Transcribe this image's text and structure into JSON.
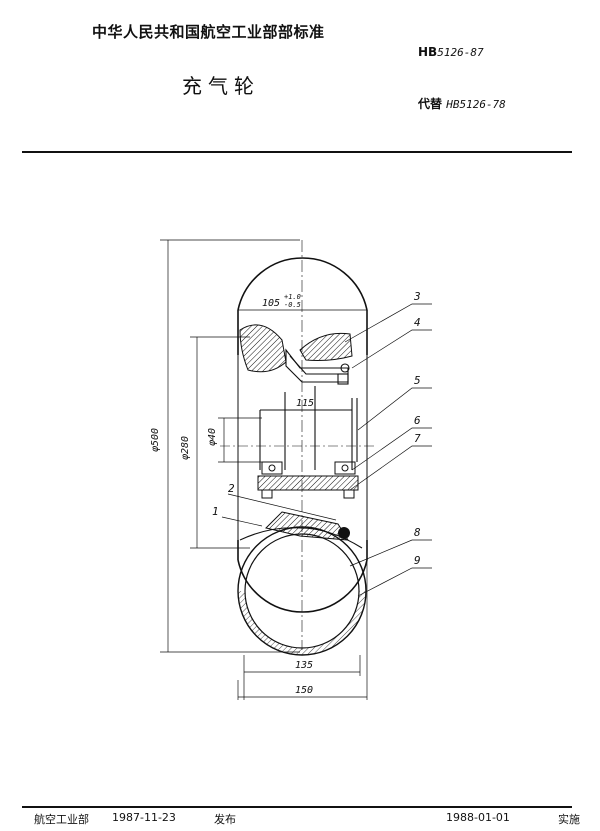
{
  "header": {
    "organization": "中华人民共和国航空工业部部标准",
    "title": "充气轮",
    "standard_prefix": "HB",
    "standard_number": "5126-87",
    "replaces_label": "代替",
    "replaces_number": "HB5126-78"
  },
  "drawing": {
    "dimensions": {
      "d500": "φ500",
      "d280": "φ280",
      "d40": "φ40",
      "w105": "105",
      "tol_plus": "+1.0",
      "tol_minus": "-0.5",
      "w115": "115",
      "w135": "135",
      "w150": "150"
    },
    "callouts": [
      "1",
      "2",
      "3",
      "4",
      "5",
      "6",
      "7",
      "8",
      "9"
    ]
  },
  "footer": {
    "issuer": "航空工业部",
    "issue_date": "1987-11-23",
    "issue_label": "发布",
    "effective_date": "1988-01-01",
    "effective_label": "实施"
  }
}
